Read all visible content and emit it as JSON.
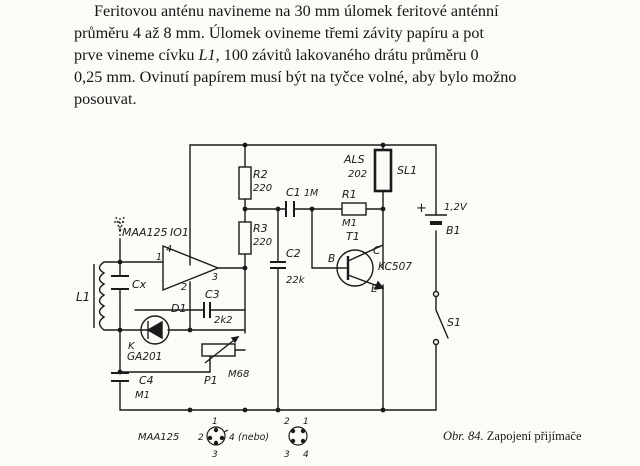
{
  "paragraph": {
    "line1": "Feritovou anténu navineme na 30 mm úlomek feritové anténní",
    "line2": "průměru 4 až 8 mm. Úlomek ovineme třemi závity papíru a pot",
    "line3a": "prve vineme cívku ",
    "line3_coil": "L1",
    "line3b": ", 100 závitů lakovaného drátu průměru 0",
    "line4": "0,25 mm. Ovinutí papírem musí být na tyčce volné, aby bylo možno",
    "line5": "posouvat."
  },
  "schematic": {
    "labels": {
      "antenna_ic": "MAA125",
      "io1": "IO1",
      "pin4": "4",
      "pin1": "1",
      "pin2": "2",
      "pin3": "3",
      "r2": "R2",
      "r2_val": "220",
      "r3": "R3",
      "r3_val": "220",
      "c1": "C1",
      "c1_val": "1M",
      "r1": "R1",
      "m1_r1": "M1",
      "c2": "C2",
      "c2_val": "22k",
      "als": "ALS",
      "als_val": "202",
      "sl1": "SL1",
      "battery_v": "1,2V",
      "b1": "B1",
      "plus": "+",
      "t1": "T1",
      "kc": "KC507",
      "b": "B",
      "c": "C",
      "e": "E",
      "l1": "L1",
      "cx": "Cx",
      "d1": "D1",
      "k": "K",
      "ga": "GA201",
      "c3": "C3",
      "c3_val": "2k2",
      "p1": "P1",
      "m68": "M68",
      "c4": "C4",
      "m1_c4": "M1",
      "s1": "S1"
    },
    "pinout": {
      "ic": "MAA125",
      "nebo": "(nebo)",
      "p1a": "1",
      "p2a": "2",
      "p3a": "3",
      "p4a": "4",
      "p2b": "2",
      "p1b": "1",
      "p3b": "3",
      "p4b": "4"
    }
  },
  "caption": {
    "ref": "Obr. 84.",
    "text": " Zapojení přijímače"
  }
}
